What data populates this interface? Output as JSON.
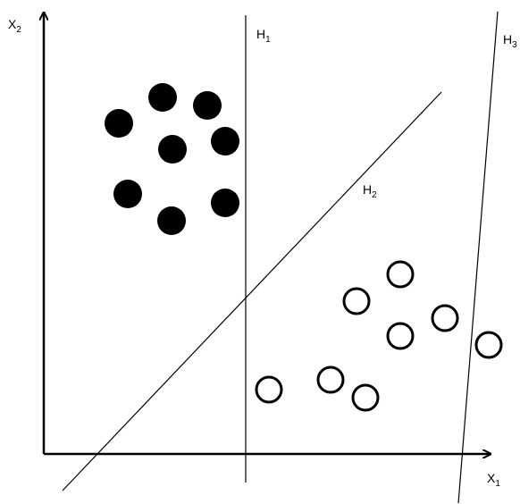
{
  "axes": {
    "x_label": "X",
    "x_sub": "1",
    "y_label": "X",
    "y_sub": "2"
  },
  "hyperplanes": [
    {
      "label": "H",
      "sub": "1"
    },
    {
      "label": "H",
      "sub": "2"
    },
    {
      "label": "H",
      "sub": "3"
    }
  ],
  "classes": {
    "filled": {
      "fill": "#000000",
      "count": 8
    },
    "open": {
      "fill": "#ffffff",
      "stroke": "#000000",
      "count": 8
    }
  }
}
